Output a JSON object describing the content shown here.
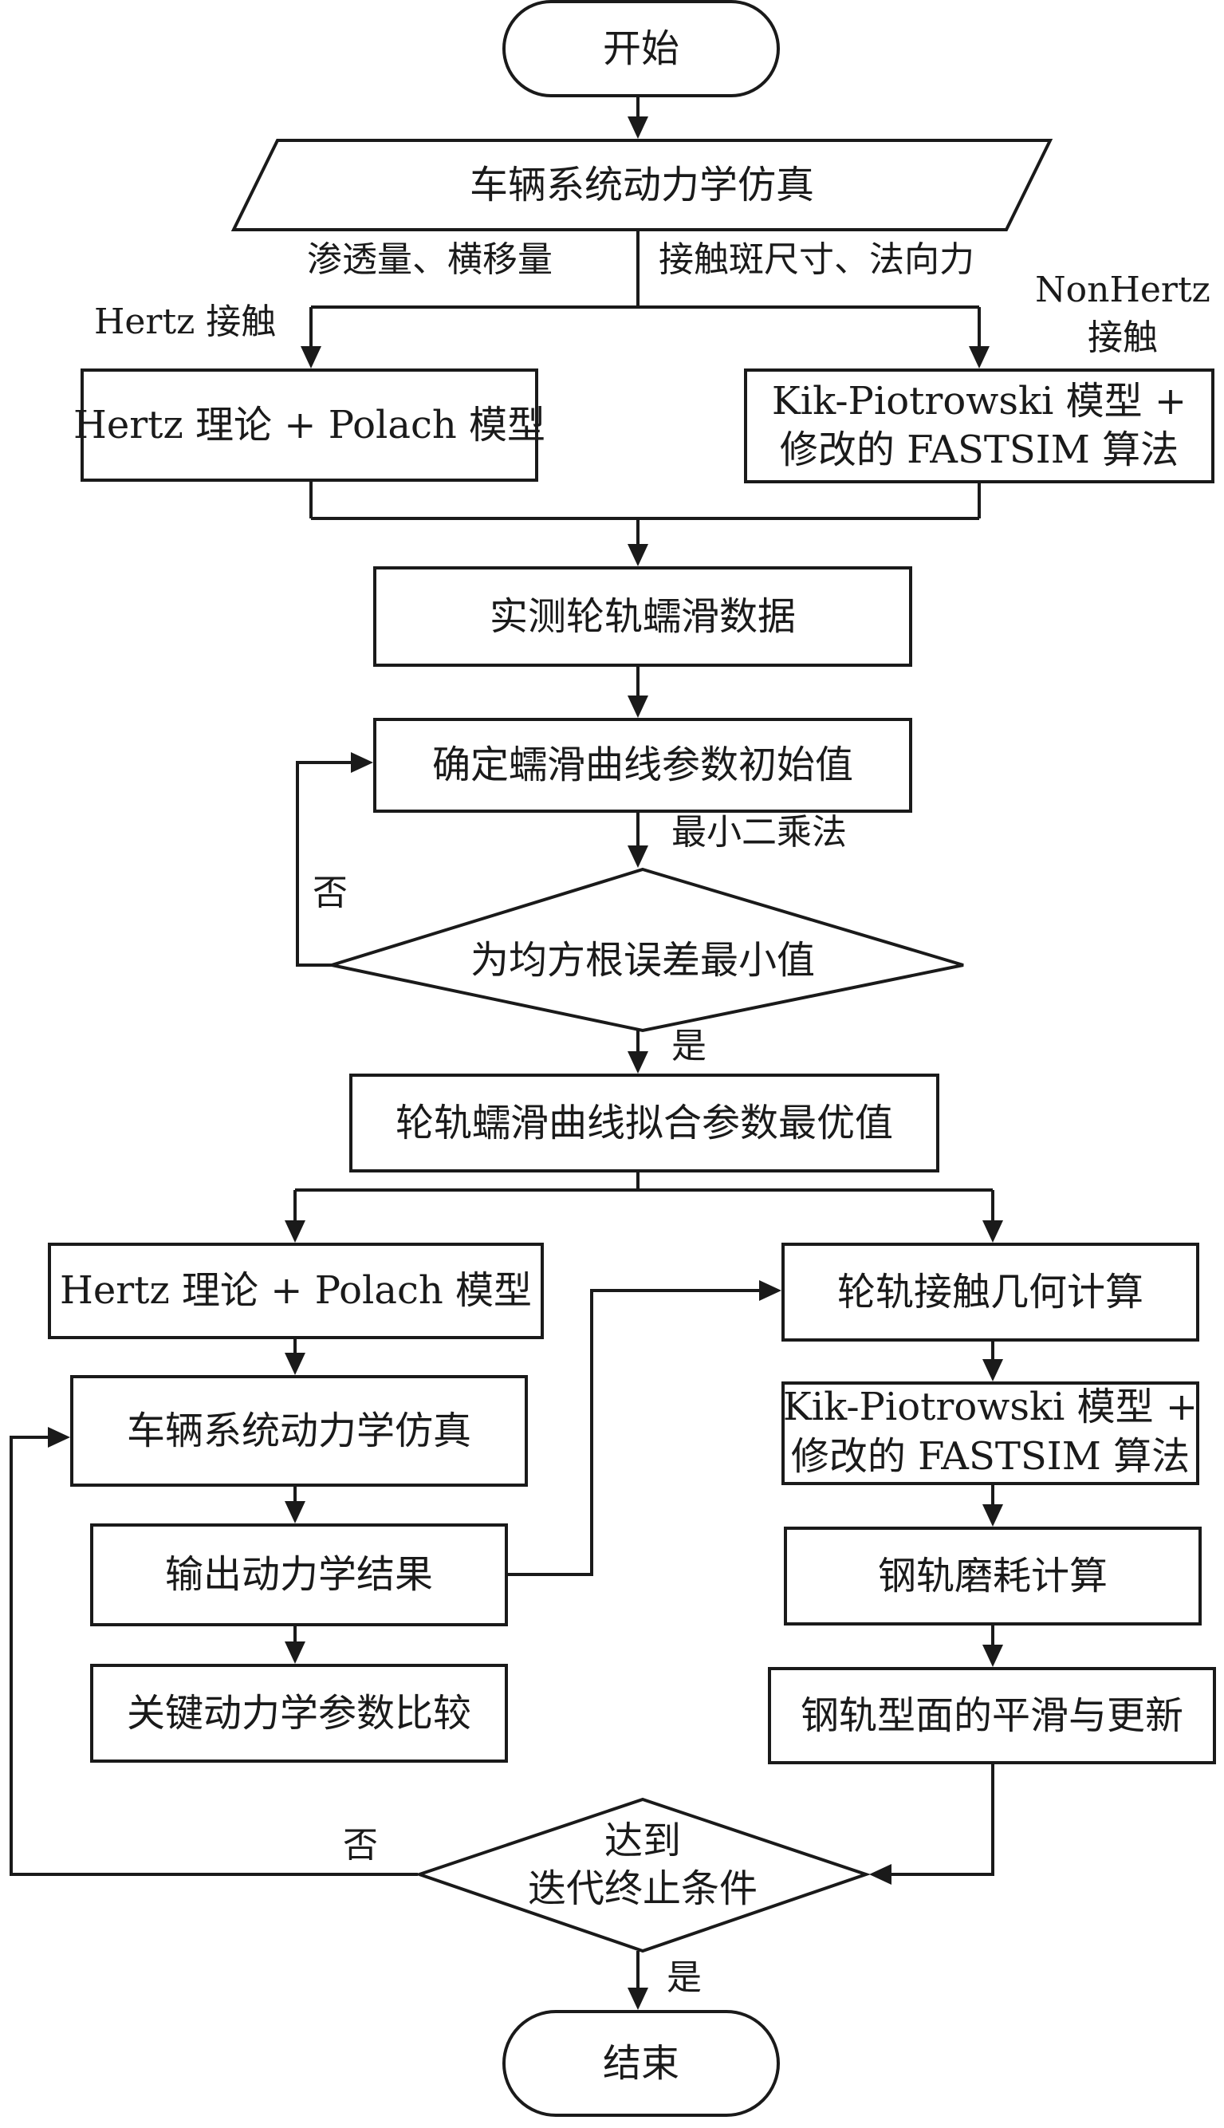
{
  "nodes": {
    "start": "开始",
    "sim1": "车辆系统动力学仿真",
    "hertz1": "Hertz 理论 + Polach 模型",
    "kik1_line1": "Kik-Piotrowski 模型 +",
    "kik1_line2": "修改的 FASTSIM 算法",
    "measured": "实测轮轨蠕滑数据",
    "init_params": "确定蠕滑曲线参数初始值",
    "rmse_decision": "为均方根误差最小值",
    "optimal": "轮轨蠕滑曲线拟合参数最优值",
    "hertz2": "Hertz 理论 + Polach 模型",
    "sim2": "车辆系统动力学仿真",
    "output": "输出动力学结果",
    "compare": "关键动力学参数比较",
    "geometry": "轮轨接触几何计算",
    "kik2_line1": "Kik-Piotrowski 模型 +",
    "kik2_line2": "修改的 FASTSIM 算法",
    "wear": "钢轨磨耗计算",
    "smooth": "钢轨型面的平滑与更新",
    "end_decision_line1": "达到",
    "end_decision_line2": "迭代终止条件",
    "end": "结束"
  },
  "labels": {
    "penetration": "渗透量、横移量",
    "contact_patch": "接触斑尺寸、法向力",
    "hertz_contact": "Hertz 接触",
    "nonhertz_line1": "NonHertz",
    "nonhertz_line2": "接触",
    "least_squares": "最小二乘法",
    "no1": "否",
    "yes1": "是",
    "no2": "否",
    "yes2": "是"
  }
}
